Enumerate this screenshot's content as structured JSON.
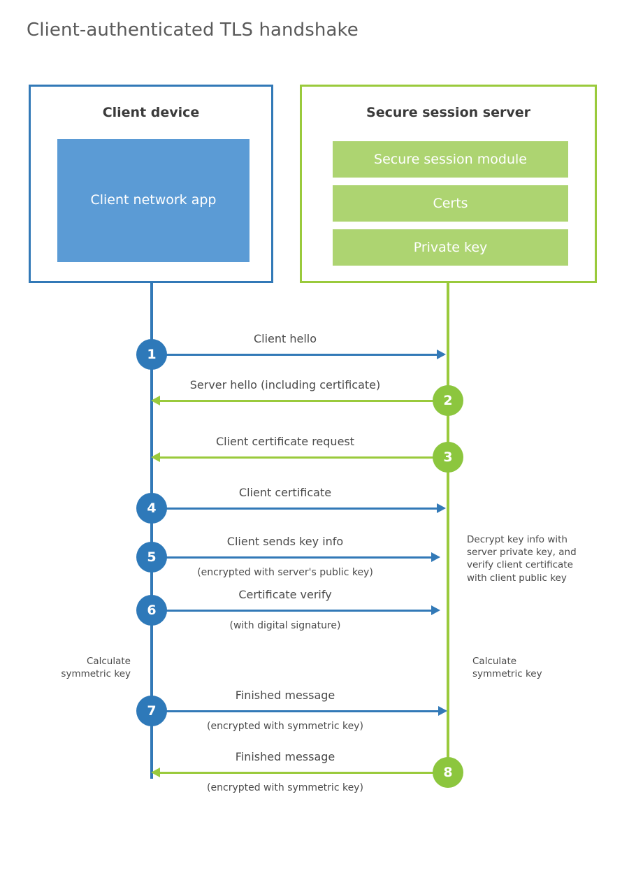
{
  "title": "Client-authenticated TLS handshake",
  "colors": {
    "client_accent": "#3279B7",
    "client_fill": "#5B9BD5",
    "client_circle": "#2E79B9",
    "server_accent": "#9ACA3C",
    "server_fill": "#ADD471",
    "server_circle": "#8CC63E",
    "text": "#4a4a4a",
    "title_text": "#5a5a5a",
    "background": "#ffffff"
  },
  "actors": {
    "client": {
      "title": "Client device",
      "blocks": [
        {
          "label": "Client network app"
        }
      ]
    },
    "server": {
      "title": "Secure session server",
      "blocks": [
        {
          "label": "Secure session module"
        },
        {
          "label": "Certs"
        },
        {
          "label": "Private key"
        }
      ]
    }
  },
  "messages": [
    {
      "step": "1",
      "direction": "client-to-server",
      "label": "Client hello",
      "sublabel": "",
      "origin": "client"
    },
    {
      "step": "2",
      "direction": "server-to-client",
      "label": "Server hello (including certificate)",
      "sublabel": "",
      "origin": "server"
    },
    {
      "step": "3",
      "direction": "server-to-client",
      "label": "Client certificate request",
      "sublabel": "",
      "origin": "server"
    },
    {
      "step": "4",
      "direction": "client-to-server",
      "label": "Client certificate",
      "sublabel": "",
      "origin": "client"
    },
    {
      "step": "5",
      "direction": "client-to-server",
      "label": "Client sends key info",
      "sublabel": "(encrypted with server's public key)",
      "origin": "client"
    },
    {
      "step": "6",
      "direction": "client-to-server",
      "label": "Certificate verify",
      "sublabel": "(with digital signature)",
      "origin": "client"
    },
    {
      "step": "7",
      "direction": "client-to-server",
      "label": "Finished message",
      "sublabel": "(encrypted with symmetric key)",
      "origin": "client"
    },
    {
      "step": "8",
      "direction": "server-to-client",
      "label": "Finished message",
      "sublabel": "(encrypted with symmetric key)",
      "origin": "server"
    }
  ],
  "notes": {
    "server_decrypt": "Decrypt key info with server private key, and verify client certificate with client public key",
    "client_calculate_line1": "Calculate",
    "client_calculate_line2": "symmetric key",
    "server_calculate_line1": "Calculate",
    "server_calculate_line2": "symmetric key"
  }
}
